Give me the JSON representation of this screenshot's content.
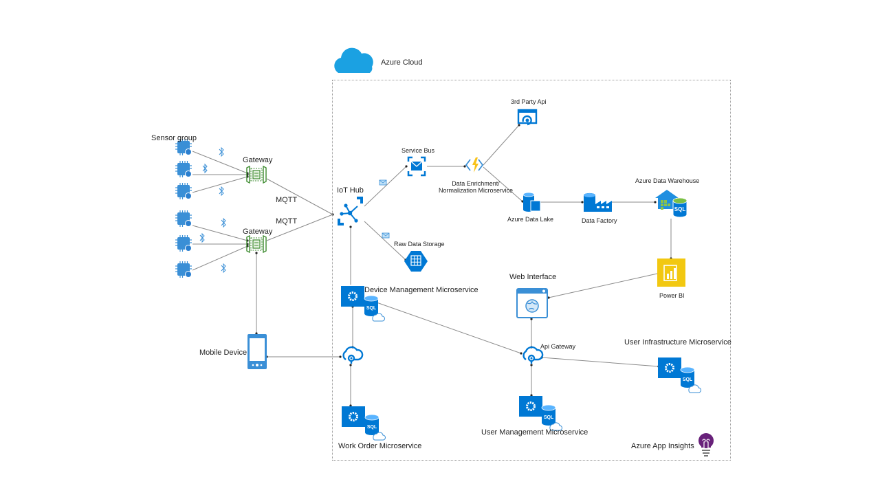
{
  "title": "Azure Cloud",
  "colors": {
    "azure_blue": "#0078d4",
    "sky_blue": "#1ba1e2",
    "chip_blue": "#3a8fd6",
    "gateway_green": "#3c8a2e",
    "lightning_yellow": "#f8c21a",
    "powerbi_yellow": "#f2c811",
    "insights_purple": "#68217a",
    "line_gray": "#8a8a8a"
  },
  "left_side": {
    "sensor_group_label": "Sensor group",
    "gateways": [
      {
        "label": "Gateway",
        "protocol": "MQTT"
      },
      {
        "label": "Gateway",
        "protocol": "MQTT"
      }
    ],
    "sensors_per_gateway": 3,
    "sensor_icon": "chip-icon",
    "link_icon": "bluetooth-icon",
    "mobile_device_label": "Mobile Device"
  },
  "cloud": {
    "label": "Azure Cloud",
    "nodes": {
      "iot_hub": "IoT Hub",
      "service_bus": "Service Bus",
      "data_enrichment": [
        "Data Enrichment/",
        "Normalization Microservice"
      ],
      "third_party_api": "3rd Party Api",
      "raw_data_storage": "Raw Data Storage",
      "data_lake": "Azure Data Lake",
      "data_factory": "Data Factory",
      "data_warehouse": "Azure Data Warehouse",
      "power_bi": "Power BI",
      "web_interface": "Web Interface",
      "api_gateway": "Api Gateway",
      "device_mgmt": "Device Management Microservice",
      "work_order": "Work Order Microservice",
      "user_mgmt": "User Management Microservice",
      "user_infra": "User Infrastructure  Microservice",
      "app_insights": "Azure App Insights",
      "sql_badge": "SQL"
    }
  },
  "edges": [
    [
      "sensor",
      "gateway-1"
    ],
    [
      "gateway-1",
      "iot-hub"
    ],
    [
      "gateway-2",
      "iot-hub"
    ],
    [
      "iot-hub",
      "service-bus"
    ],
    [
      "iot-hub",
      "raw-data-storage"
    ],
    [
      "service-bus",
      "data-enrichment"
    ],
    [
      "data-enrichment",
      "3rd-party-api"
    ],
    [
      "data-enrichment",
      "azure-data-lake"
    ],
    [
      "azure-data-lake",
      "data-factory"
    ],
    [
      "data-factory",
      "azure-data-warehouse"
    ],
    [
      "azure-data-warehouse",
      "power-bi"
    ],
    [
      "power-bi",
      "web-interface"
    ],
    [
      "web-interface",
      "api-gateway"
    ],
    [
      "api-gateway",
      "device-management"
    ],
    [
      "api-gateway",
      "user-infrastructure"
    ],
    [
      "api-gateway",
      "user-management"
    ],
    [
      "device-management",
      "iot-hub"
    ],
    [
      "device-management",
      "mobile-gateway"
    ],
    [
      "mobile-gateway",
      "work-order"
    ],
    [
      "mobile-device",
      "mobile-gateway"
    ],
    [
      "gateway-2",
      "mobile-device"
    ]
  ]
}
